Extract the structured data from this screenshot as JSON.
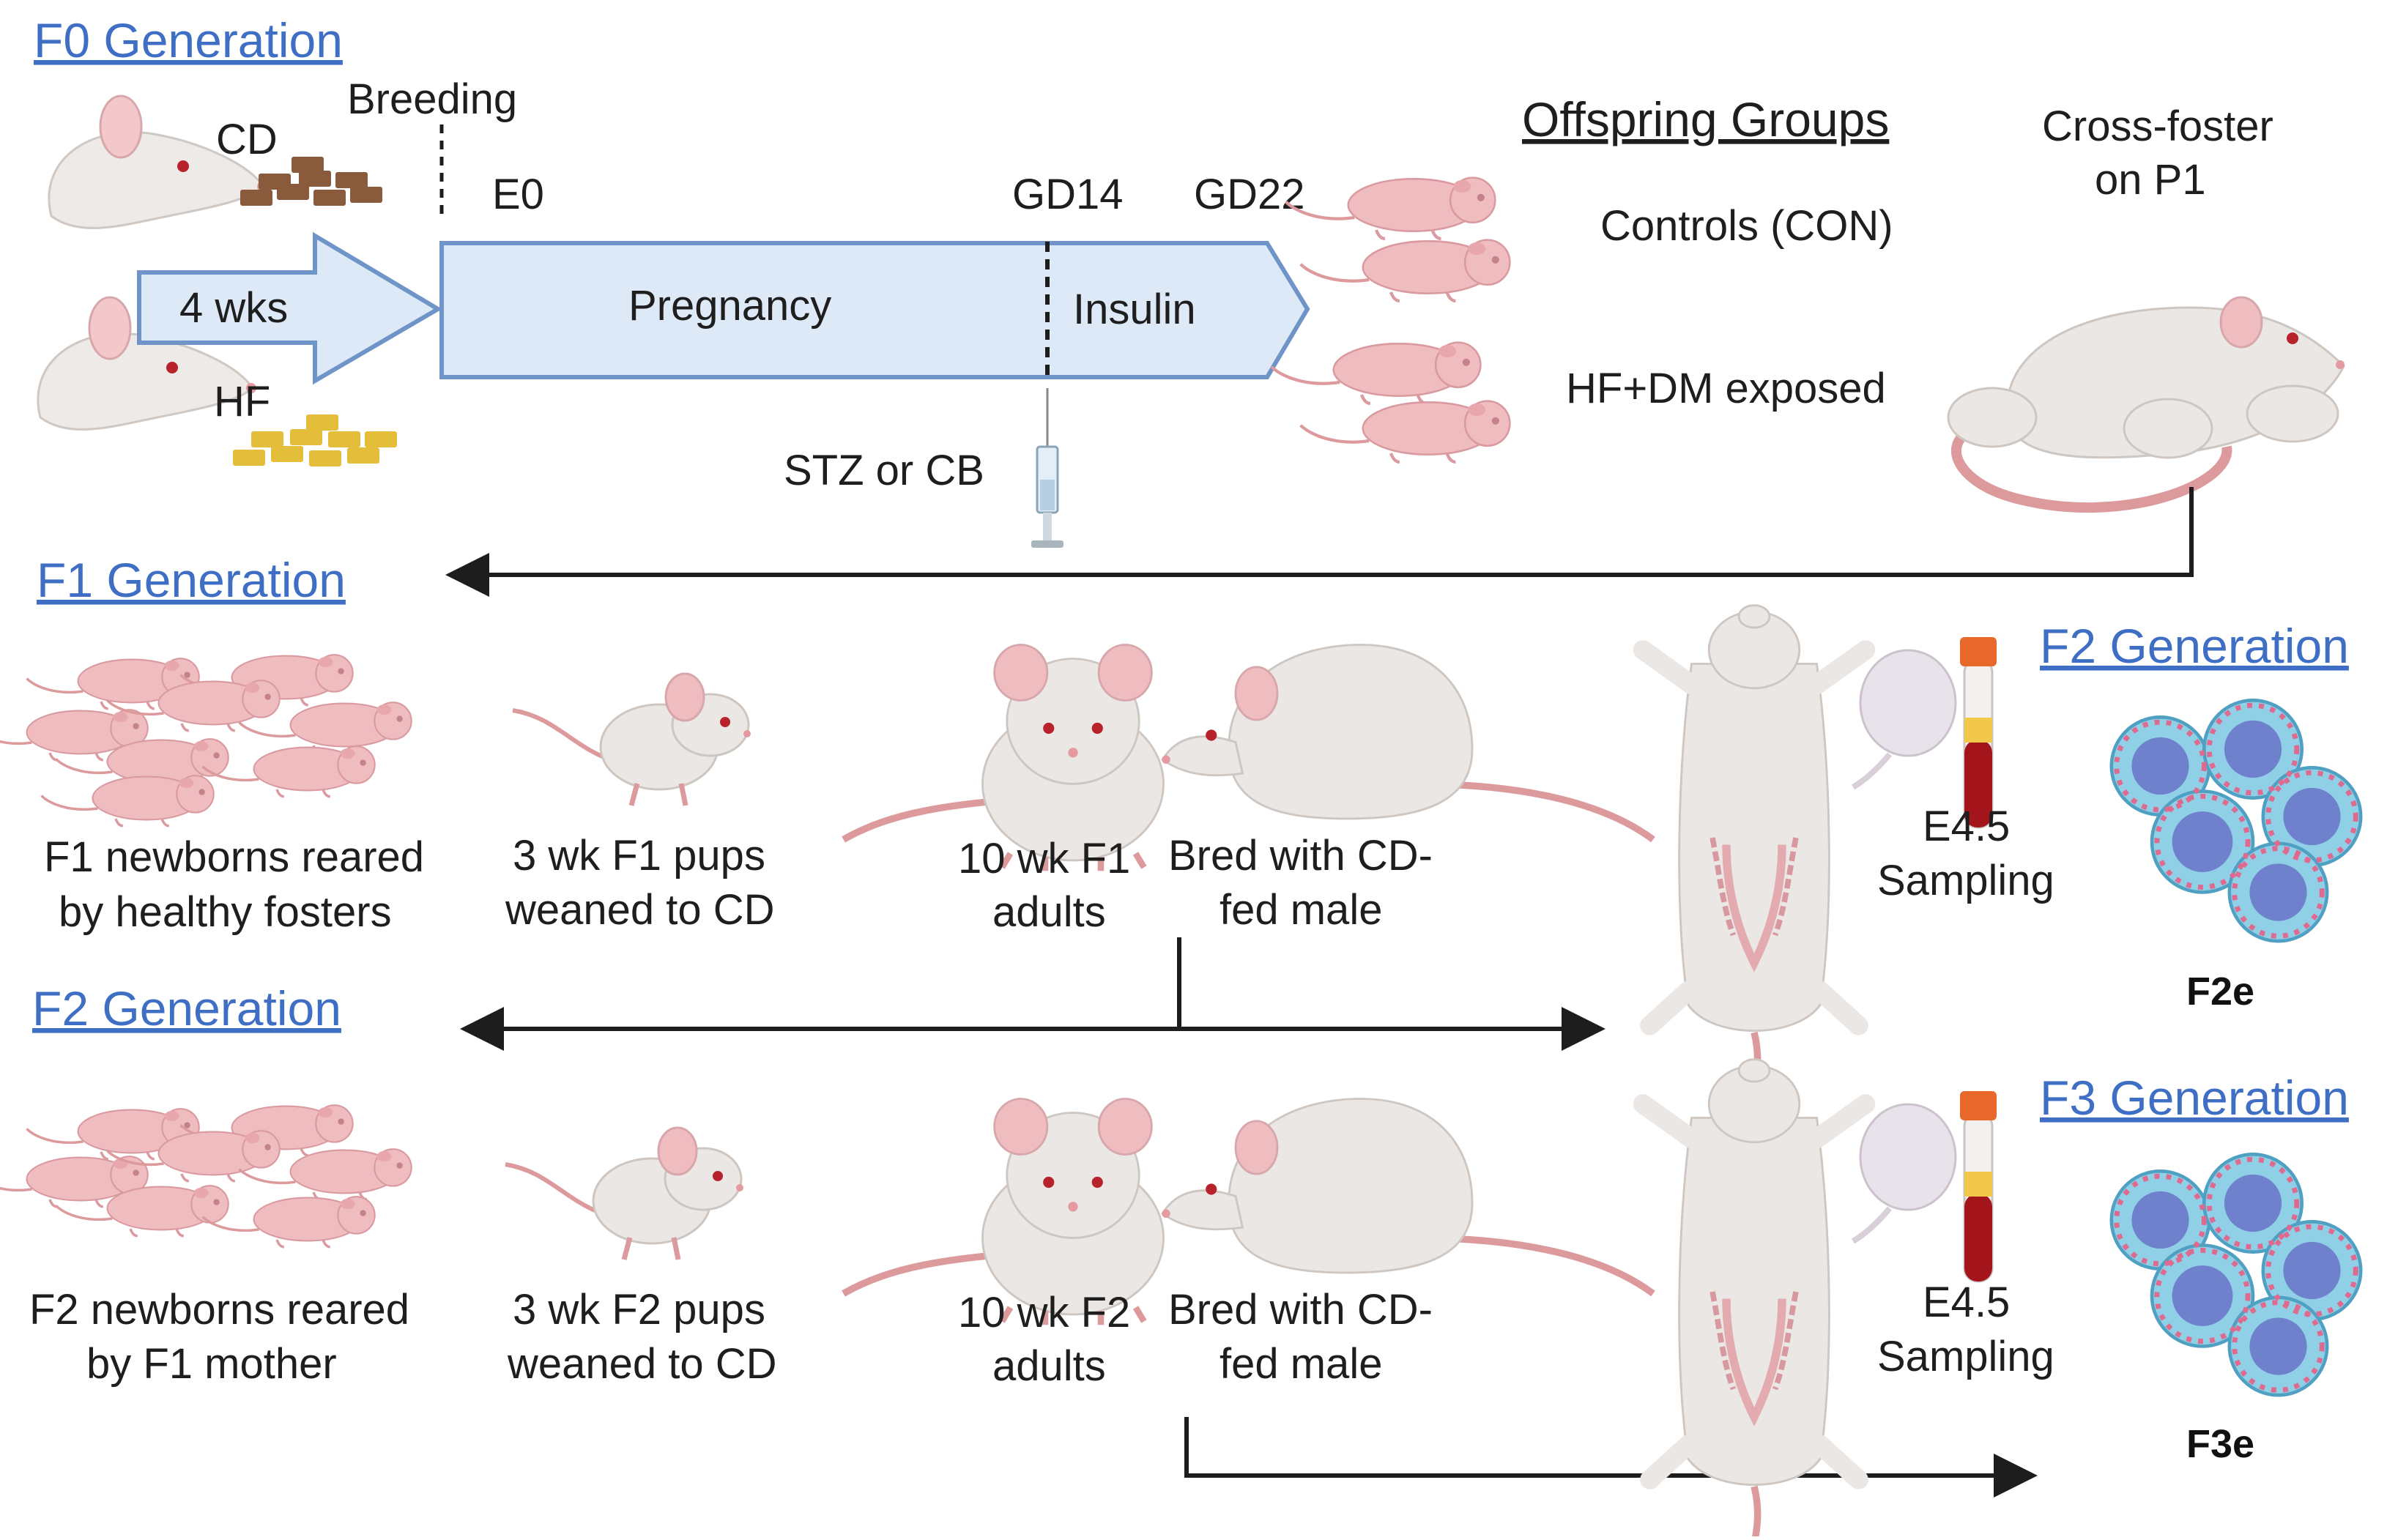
{
  "colors": {
    "header_link": "#3f6fc4",
    "arrow_fill": "#dde9f6",
    "arrow_stroke": "#6f95c8",
    "pup_pink": "#efbcc0",
    "mouse_white": "#ebe7e4",
    "tail_pink": "#dd9a9c",
    "cd_food": "#8a5a3c",
    "hf_food": "#e4bd3a",
    "blood_red": "#a3151b",
    "embryo_blue": "#8fd0e6",
    "line_dark": "#1d1d1d"
  },
  "icons": [
    "rat-head-icon",
    "chow-pellets-icon",
    "syringe-icon",
    "newborn-pup-icon",
    "nursing-rat-icon",
    "young-mouse-icon",
    "adult-mouse-icon",
    "dissected-mouse-icon",
    "blood-tube-icon",
    "embryo-cluster-icon"
  ],
  "f0": {
    "header": "F0 Generation",
    "breeding": "Breeding",
    "diet_cd": "CD",
    "diet_hf": "HF",
    "weeks": "4 wks",
    "e0": "E0",
    "gd14": "GD14",
    "gd22": "GD22",
    "pregnancy": "Pregnancy",
    "insulin": "Insulin",
    "injection": "STZ or CB",
    "offspring_title": "Offspring Groups",
    "group_con": "Controls (CON)",
    "group_hf": "HF+DM exposed",
    "crossfoster_line1": "Cross-foster",
    "crossfoster_line2": "on P1"
  },
  "f1": {
    "header": "F1 Generation",
    "newborn_line1": "F1 newborns reared",
    "newborn_line2": "by healthy fosters",
    "pups_line1": "3 wk F1 pups",
    "pups_line2": "weaned to CD",
    "adults_line1": "10 wk F1",
    "adults_line2": "adults",
    "bred_line1": "Bred with CD-",
    "bred_line2": "fed male"
  },
  "f2": {
    "header": "F2 Generation",
    "newborn_line1": "F2 newborns reared",
    "newborn_line2": "by F1 mother",
    "pups_line1": "3 wk F2 pups",
    "pups_line2": "weaned to CD",
    "adults_line1": "10 wk F2",
    "adults_line2": "adults",
    "bred_line1": "Bred with CD-",
    "bred_line2": "fed male"
  },
  "right_f2": {
    "header": "F2 Generation",
    "sampling_line1": "E4.5",
    "sampling_line2": "Sampling",
    "embryo_label": "F2e"
  },
  "right_f3": {
    "header": "F3 Generation",
    "sampling_line1": "E4.5",
    "sampling_line2": "Sampling",
    "embryo_label": "F3e"
  }
}
